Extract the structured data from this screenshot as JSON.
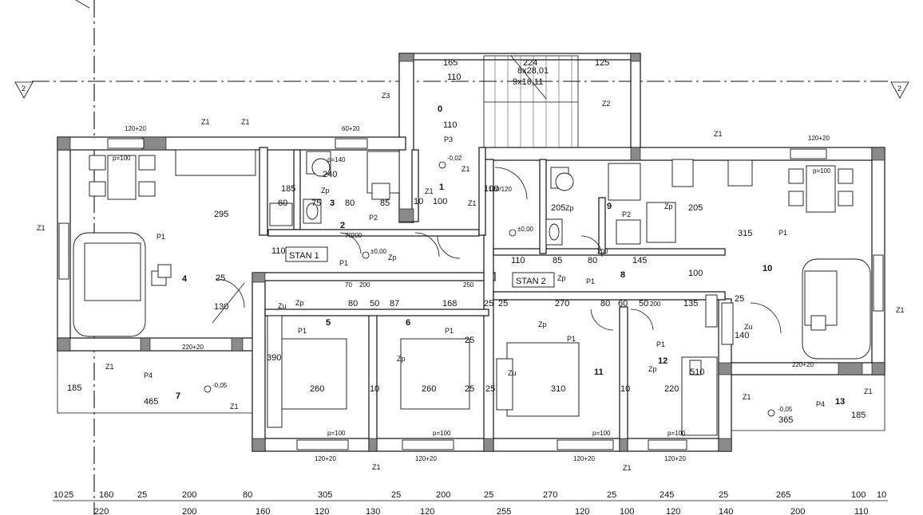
{
  "axis_marker": "2",
  "stan_labels": [
    "STAN 1",
    "STAN 2"
  ],
  "room_numbers": [
    "0",
    "1",
    "2",
    "3",
    "4",
    "5",
    "6",
    "7",
    "8",
    "9",
    "10",
    "11",
    "12",
    "13"
  ],
  "tags": {
    "z1": "Z1",
    "z2": "Z2",
    "z3": "Z3",
    "p1": "P1",
    "p2": "P2",
    "p3": "P3",
    "p4": "P4",
    "zp": "Zp",
    "zu": "Zu"
  },
  "levels": {
    "zero": "±0,00",
    "stair": "-0,02",
    "terrace": "-0,05"
  },
  "stair_text": {
    "line1": "8x28,01",
    "line2": "9x16,11"
  },
  "dims": {
    "top": [
      "165",
      "224",
      "125",
      "110"
    ],
    "room3": [
      "240",
      "185",
      "60",
      "75",
      "80",
      "85"
    ],
    "room4": [
      "295",
      "25",
      "130",
      "110"
    ],
    "room1": [
      "10",
      "100",
      "110",
      "100"
    ],
    "room2": [
      "70",
      "200"
    ],
    "corridor": [
      "80",
      "50",
      "87",
      "168",
      "25",
      "70",
      "200",
      "250",
      "25"
    ],
    "mid_right": [
      "25",
      "270",
      "80",
      "60",
      "50",
      "200",
      "135",
      "25",
      "140"
    ],
    "room9": [
      "205",
      "205",
      "110",
      "85",
      "80",
      "200",
      "145",
      "100",
      "315"
    ],
    "beds": [
      "390",
      "260",
      "10",
      "260",
      "25",
      "25",
      "310",
      "10",
      "220",
      "510"
    ],
    "terrace_left": [
      "185",
      "465"
    ],
    "terrace_right": [
      "365",
      "185"
    ],
    "sills": [
      "p=100",
      "p=140",
      "120+20",
      "220+20",
      "60+20",
      "120/120",
      "120+20"
    ]
  },
  "bottom_row1": [
    "10",
    "25",
    "160",
    "25",
    "200",
    "80",
    "305",
    "25",
    "200",
    "25",
    "270",
    "25",
    "245",
    "25",
    "265",
    "100",
    "10"
  ],
  "bottom_row2": [
    "220",
    "200",
    "160",
    "120",
    "130",
    "120",
    "255",
    "120",
    "100",
    "120",
    "140",
    "200",
    "110"
  ]
}
